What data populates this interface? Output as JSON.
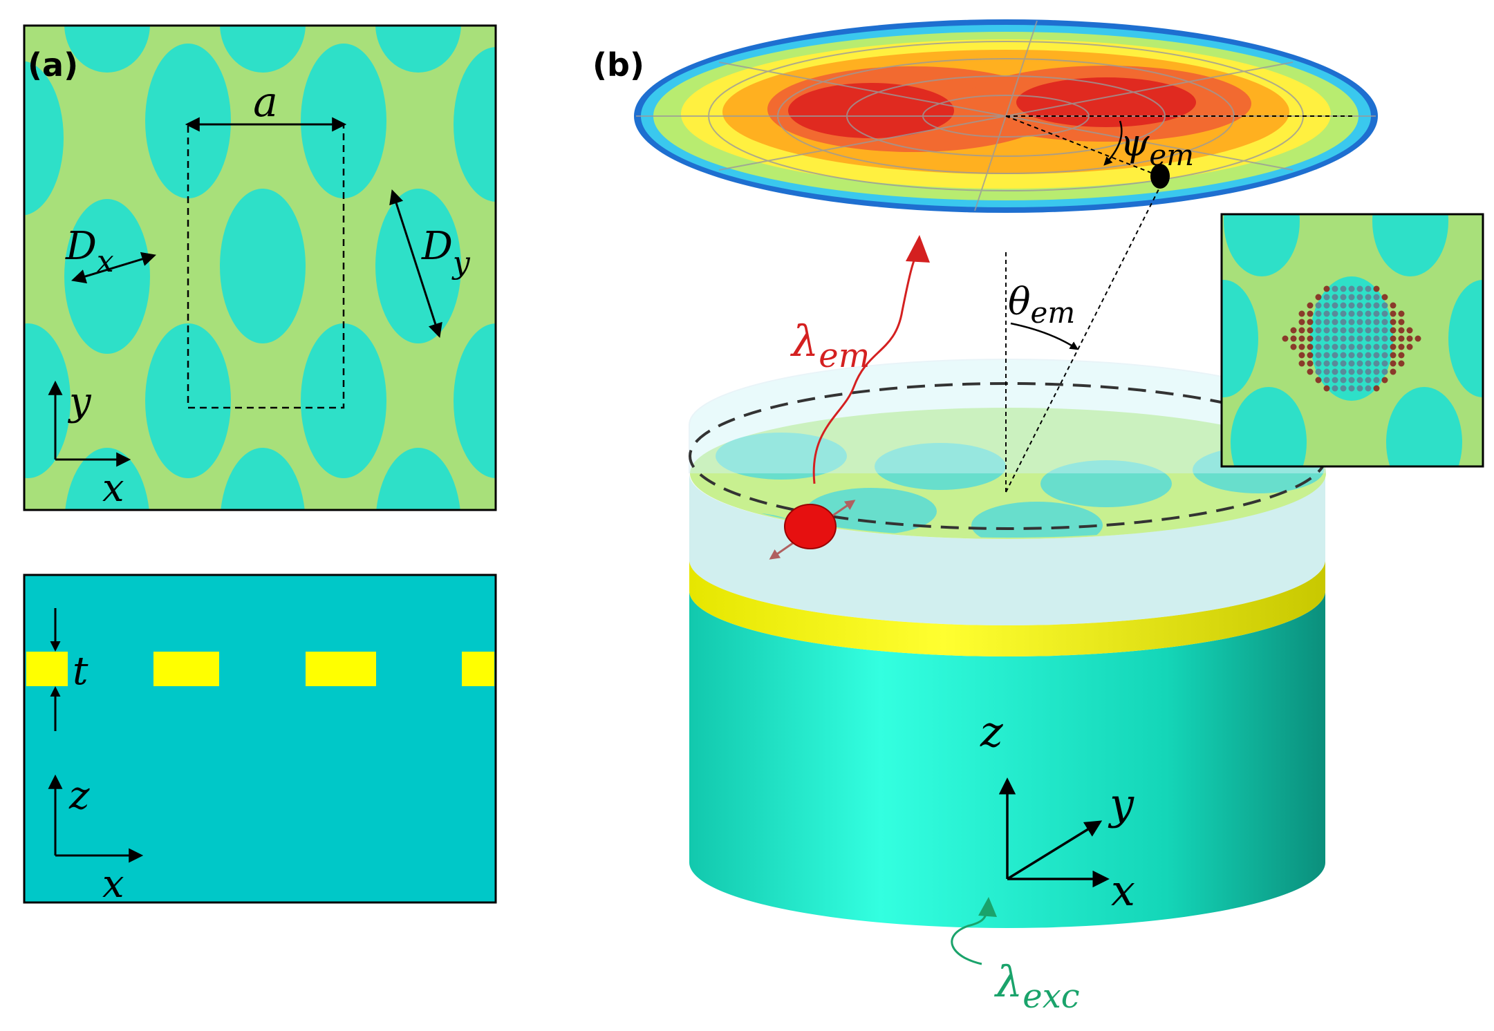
{
  "figure": {
    "panel_a": {
      "tag": "(a)",
      "top_view": {
        "period_label": "a",
        "dx_main": "D",
        "dx_sub": "x",
        "dy_main": "D",
        "dy_sub": "y",
        "axis_y": "y",
        "axis_x": "x"
      },
      "side_view": {
        "thickness_label": "t",
        "axis_z": "z",
        "axis_x": "x"
      }
    },
    "panel_b": {
      "tag": "(b)",
      "psi_main": "ψ",
      "psi_sub": "em",
      "theta_main": "θ",
      "theta_sub": "em",
      "lambda_em_main": "λ",
      "lambda_em_sub": "em",
      "lambda_exc_main": "λ",
      "lambda_exc_sub": "exc",
      "axis_z": "z",
      "axis_y": "y",
      "axis_x": "x"
    },
    "colors": {
      "film": "#a8e07a",
      "holes": "#2ee0c8",
      "substrate": "#00c8c8",
      "gold_layer": "#ffff00",
      "emission": "#d42020",
      "excitation": "#1aa36b",
      "cylinder": "#1fe0c0"
    },
    "icons": [
      "dipole-emitter-icon",
      "farfield-pattern-icon"
    ]
  }
}
